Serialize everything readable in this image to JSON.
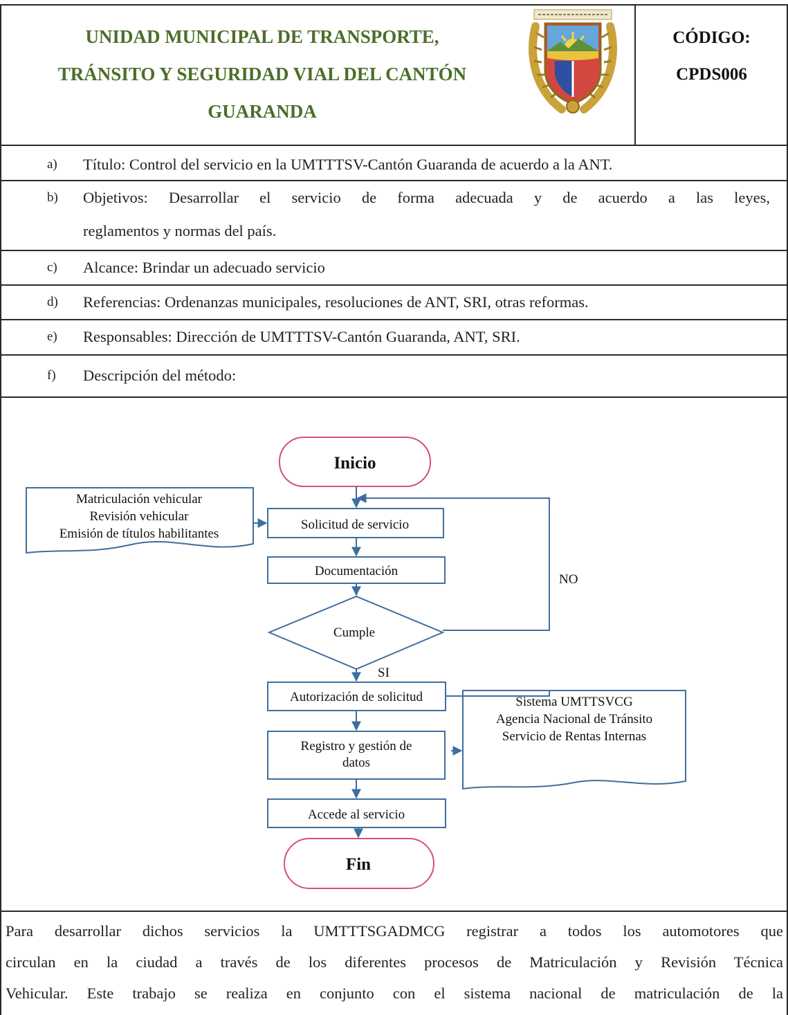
{
  "header": {
    "title_lines": [
      "UNIDAD MUNICIPAL DE TRANSPORTE,",
      "TRÁNSITO Y SEGURIDAD VIAL DEL CANTÓN",
      "GUARANDA"
    ],
    "code_label": "CÓDIGO:",
    "code_value": "CPDS006"
  },
  "sections": [
    {
      "letter": "a)",
      "text": "Título: Control del servicio en la UMTTTSV-Cantón Guaranda de acuerdo a la ANT."
    },
    {
      "letter": "b)",
      "text_lines": [
        "Objetivos: Desarrollar el servicio de forma adecuada y de acuerdo a las leyes,",
        "reglamentos y normas del país."
      ]
    },
    {
      "letter": "c)",
      "text": "Alcance: Brindar un adecuado servicio"
    },
    {
      "letter": "d)",
      "text": "Referencias: Ordenanzas municipales, resoluciones de ANT, SRI, otras reformas."
    },
    {
      "letter": "e)",
      "text": "Responsables: Dirección de UMTTTSV-Cantón Guaranda, ANT, SRI."
    },
    {
      "letter": "f)",
      "text": "Descripción del método:"
    }
  ],
  "flowchart": {
    "start": "Inicio",
    "input_doc_lines": [
      "Matriculación vehicular",
      "Revisión vehicular",
      "Emisión de títulos habilitantes"
    ],
    "step1": "Solicitud de servicio",
    "step2": "Documentación",
    "decision": "Cumple",
    "no_label": "NO",
    "yes_label": "SI",
    "step3": "Autorización de solicitud",
    "step4_lines": [
      "Registro y gestión de",
      "datos"
    ],
    "output_doc_lines": [
      "Sistema UMTTSVCG",
      "Agencia Nacional de Tránsito",
      "Servicio de Rentas Internas"
    ],
    "step5": "Accede al servicio",
    "end": "Fin",
    "colors": {
      "terminal_border": "#d64f7c",
      "box_border": "#3f6e9e",
      "arrow": "#3f6e9e"
    }
  },
  "paragraph_lines": [
    "Para desarrollar dichos servicios la UMTTTSGADMCG registrar a todos los automotores que",
    "circulan en la ciudad a través de los diferentes procesos de Matriculación y Revisión Técnica",
    "Vehicular. Este trabajo se realiza en conjunto con el sistema nacional de matriculación de la"
  ],
  "colors": {
    "title_green": "#4b6e2a",
    "rule": "#2a2a2a"
  },
  "seal_icon": "municipal-coat-of-arms"
}
